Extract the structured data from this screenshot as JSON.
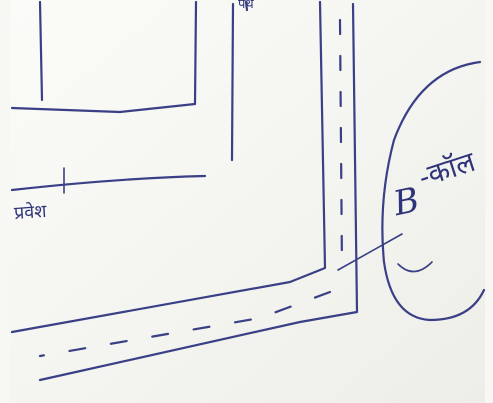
{
  "labels": {
    "top": "पथ",
    "entry": "प्रवेश",
    "bubble_text": "-कॉल",
    "bubble_code": "B"
  },
  "colors": {
    "paper": "#f7f7f3",
    "ink": "#3a3f86"
  }
}
